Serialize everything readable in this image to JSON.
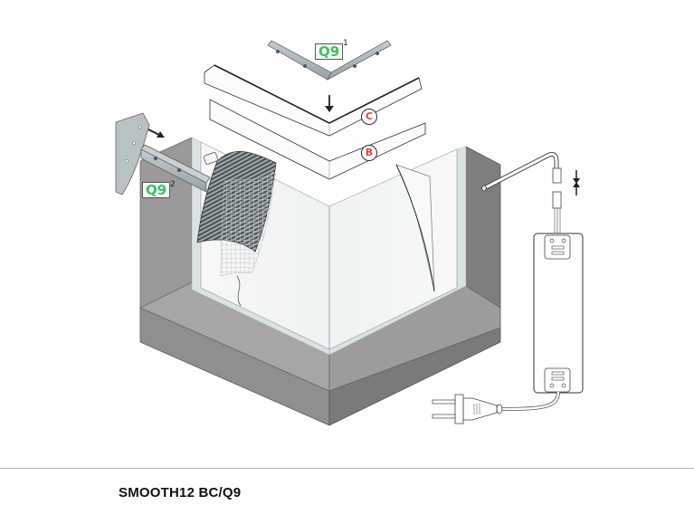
{
  "diagram": {
    "type": "assembly-illustration",
    "parts": {
      "connector_top": {
        "code": "Q9",
        "superscript": "1"
      },
      "connector_side": {
        "code": "Q9",
        "superscript": "2"
      },
      "cover_c": {
        "letter": "C"
      },
      "cover_b": {
        "letter": "B"
      }
    },
    "colors": {
      "label_green": "#3fbf60",
      "label_red": "#e0463a",
      "wall_dark": "#8c8c8c",
      "wall_mid": "#a3a3a3",
      "panel_light": "#f2f5f5",
      "metal": "#a9b4b8"
    }
  },
  "footer": {
    "title": "SMOOTH12 BC/Q9"
  }
}
